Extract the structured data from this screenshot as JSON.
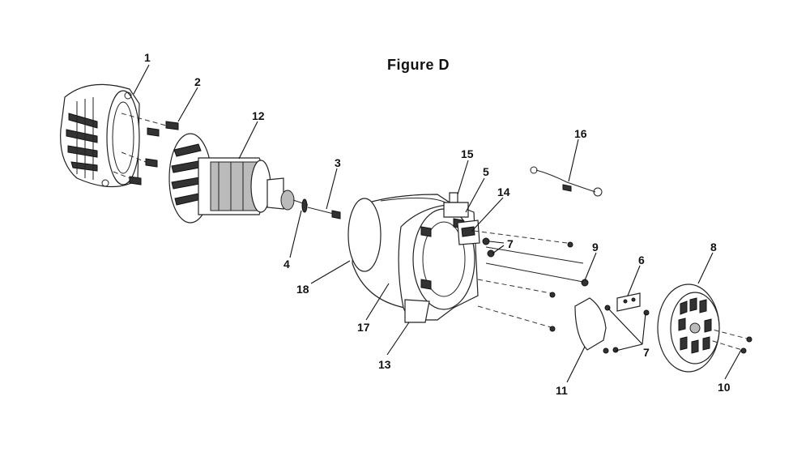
{
  "figure": {
    "title": "Figure D"
  },
  "callouts": {
    "c1": "1",
    "c2": "2",
    "c3": "3",
    "c4": "4",
    "c5": "5",
    "c6": "6",
    "c7a": "7",
    "c7b": "7",
    "c8": "8",
    "c9": "9",
    "c10": "10",
    "c11": "11",
    "c12": "12",
    "c13": "13",
    "c14": "14",
    "c15": "15",
    "c16": "16",
    "c17": "17",
    "c18": "18"
  }
}
